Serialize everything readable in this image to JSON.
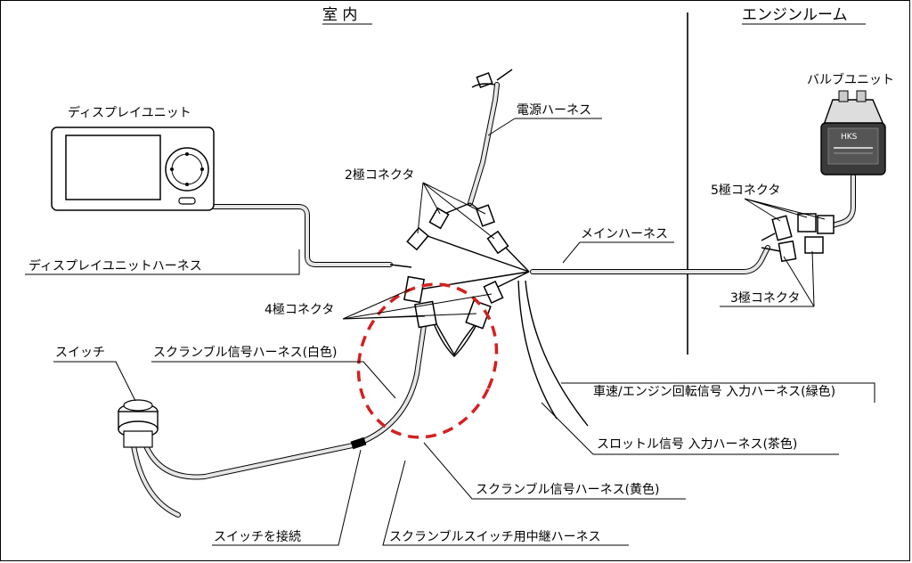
{
  "sections": {
    "indoor": "室 内",
    "engine_room": "エンジンルーム"
  },
  "labels": {
    "display_unit": "ディスプレイユニット",
    "power_harness": "電源ハーネス",
    "connector_2pin": "2極コネクタ",
    "main_harness": "メインハーネス",
    "valve_unit": "バルブユニット",
    "connector_5pin": "5極コネクタ",
    "connector_3pin": "3極コネクタ",
    "display_unit_harness": "ディスプレイユニットハーネス",
    "connector_4pin": "4極コネクタ",
    "switch": "スイッチ",
    "scramble_signal_harness_white": "スクランブル信号ハーネス(白色)",
    "speed_rpm_input_harness": "車速/エンジン回転信号 入力ハーネス(緑色)",
    "throttle_input_harness": "スロットル信号 入力ハーネス(茶色)",
    "scramble_signal_harness_yellow": "スクランブル信号ハーネス(黄色)",
    "switch_connect": "スイッチを接続",
    "scramble_switch_relay_harness": "スクランブルスイッチ用中継ハーネス"
  },
  "valve_logo": "HKS",
  "colors": {
    "line": "#000000",
    "wire_fill": "#e6e6e6",
    "highlight_circle": "#d42020",
    "background": "#ffffff"
  }
}
